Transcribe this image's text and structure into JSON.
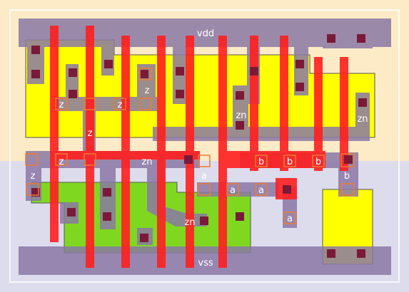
{
  "title": "",
  "colors": {
    "nwell": "#fdebc7",
    "pwell": "#dcdcec",
    "pdiff": "#ffff00",
    "ndiff": "#7fd81f",
    "poly": "#ff1f1f",
    "metal1": "#8a78a6",
    "contact": "#7a1a38",
    "via_outline": "#f07a30",
    "border": "#d6d2e8"
  },
  "labels": {
    "vdd": "vdd",
    "vss": "vss",
    "z_1": "z",
    "z_2": "z",
    "z_3": "z",
    "z_4": "z",
    "z_5": "z",
    "z_6": "z",
    "zn_1": "zn",
    "zn_2": "zn",
    "zn_3": "zn",
    "zn_4": "zn",
    "a_1": "a",
    "a_2": "a",
    "a_3": "a",
    "a_4": "a",
    "b_1": "b",
    "b_2": "b",
    "b_3": "b",
    "b_4": "b"
  }
}
